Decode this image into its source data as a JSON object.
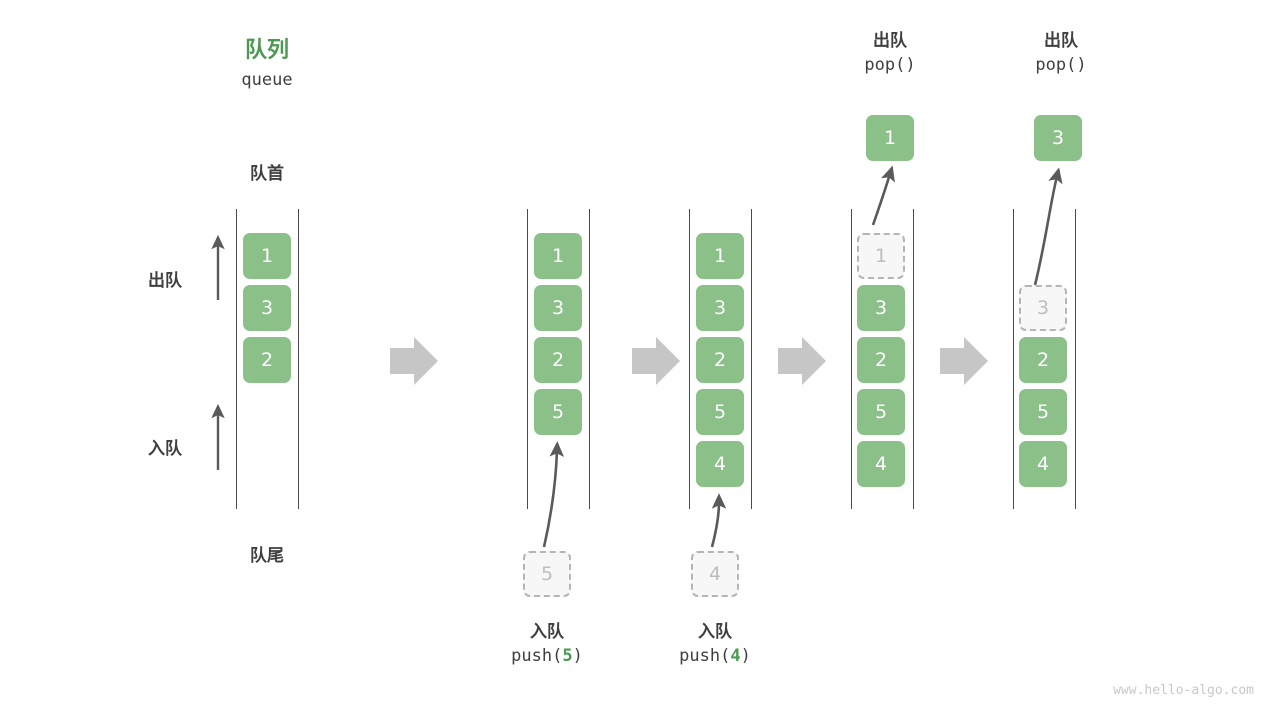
{
  "page": {
    "watermark": "www.hello-algo.com",
    "colors": {
      "cell_fill": "#8BC089",
      "cell_text": "#FFFFFF",
      "ghost_fill": "#F7F7F7",
      "ghost_border": "#B5B5B5",
      "ghost_text": "#BDBDBD",
      "title_green": "#4C9A52",
      "text_dark": "#3F3F3F",
      "rail": "#4A4A4A",
      "step_arrow": "#C6C6C6",
      "thin_arrow": "#5A5A5A"
    }
  },
  "header": {
    "title_cn": "队列",
    "title_en": "queue"
  },
  "side_labels": {
    "front": "队首",
    "rear": "队尾",
    "dequeue": "出队",
    "enqueue": "入队"
  },
  "steps": [
    {
      "id": "step-1",
      "name": "initial-queue",
      "cells": [
        {
          "value": "1",
          "state": "filled"
        },
        {
          "value": "3",
          "state": "filled"
        },
        {
          "value": "2",
          "state": "filled"
        }
      ],
      "caption": null,
      "popped": null,
      "incoming": null
    },
    {
      "id": "step-2",
      "name": "push-5",
      "cells": [
        {
          "value": "1",
          "state": "filled"
        },
        {
          "value": "3",
          "state": "filled"
        },
        {
          "value": "2",
          "state": "filled"
        },
        {
          "value": "5",
          "state": "filled"
        }
      ],
      "caption": {
        "cn": "入队",
        "code_prefix": "push(",
        "arg": "5",
        "code_suffix": ")"
      },
      "popped": null,
      "incoming": {
        "value": "5",
        "state": "ghost"
      }
    },
    {
      "id": "step-3",
      "name": "push-4",
      "cells": [
        {
          "value": "1",
          "state": "filled"
        },
        {
          "value": "3",
          "state": "filled"
        },
        {
          "value": "2",
          "state": "filled"
        },
        {
          "value": "5",
          "state": "filled"
        },
        {
          "value": "4",
          "state": "filled"
        }
      ],
      "caption": {
        "cn": "入队",
        "code_prefix": "push(",
        "arg": "4",
        "code_suffix": ")"
      },
      "popped": null,
      "incoming": {
        "value": "4",
        "state": "ghost"
      }
    },
    {
      "id": "step-4",
      "name": "pop-1",
      "cells": [
        {
          "value": "1",
          "state": "ghost"
        },
        {
          "value": "3",
          "state": "filled"
        },
        {
          "value": "2",
          "state": "filled"
        },
        {
          "value": "5",
          "state": "filled"
        },
        {
          "value": "4",
          "state": "filled"
        }
      ],
      "caption": {
        "cn": "出队",
        "code_prefix": "pop(",
        "arg": "",
        "code_suffix": ")"
      },
      "popped": {
        "value": "1",
        "state": "filled"
      },
      "incoming": null
    },
    {
      "id": "step-5",
      "name": "pop-3",
      "cells": [
        {
          "value": "",
          "state": "empty"
        },
        {
          "value": "3",
          "state": "ghost"
        },
        {
          "value": "2",
          "state": "filled"
        },
        {
          "value": "5",
          "state": "filled"
        },
        {
          "value": "4",
          "state": "filled"
        }
      ],
      "caption": {
        "cn": "出队",
        "code_prefix": "pop(",
        "arg": "",
        "code_suffix": ")"
      },
      "popped": {
        "value": "3",
        "state": "filled"
      },
      "incoming": null
    }
  ]
}
